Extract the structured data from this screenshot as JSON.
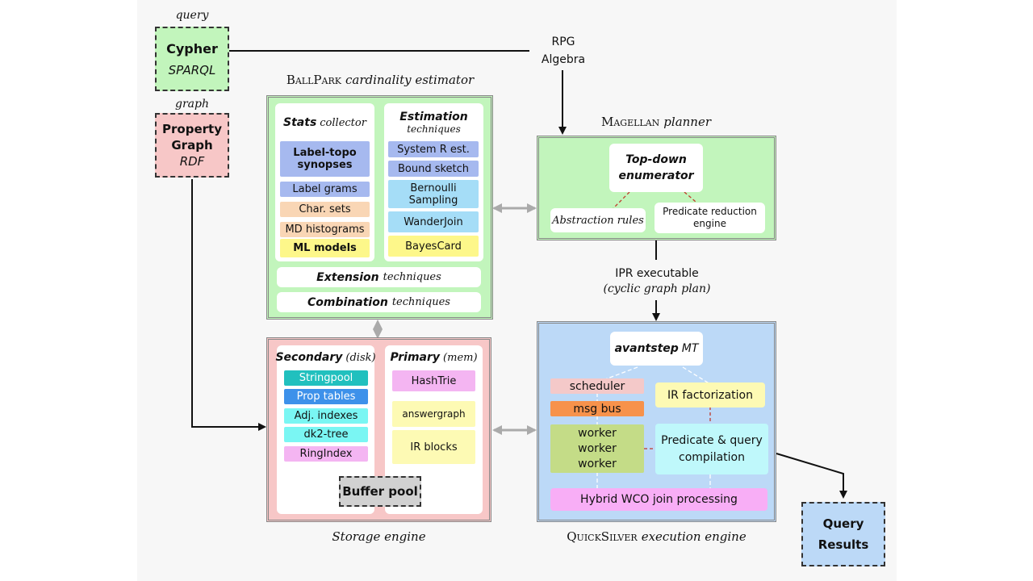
{
  "input": {
    "query_caption": "query",
    "query_box": {
      "line1": "Cypher",
      "line2": "SPARQL"
    },
    "graph_caption": "graph",
    "graph_box": {
      "line1": "Property",
      "line2": "Graph",
      "line3": "RDF"
    },
    "rpg_label": {
      "line1": "RPG",
      "line2": "Algebra"
    }
  },
  "ballpark": {
    "title_name": "BallPark",
    "title_rest": "cardinality estimator",
    "stats": {
      "title_bold": "Stats",
      "title_rest": "collector",
      "items": [
        "Label-topo synopses",
        "Label grams",
        "Char. sets",
        "MD histograms",
        "ML models"
      ]
    },
    "estimation": {
      "title_bold": "Estimation",
      "subtitle": "techniques",
      "items": [
        "System R est.",
        "Bound sketch",
        "Bernoulli Sampling",
        "WanderJoin",
        "BayesCard"
      ]
    },
    "extension": {
      "bold": "Extension",
      "rest": "techniques"
    },
    "combination": {
      "bold": "Combination",
      "rest": "techniques"
    }
  },
  "magellan": {
    "title_name": "Magellan",
    "title_rest": "planner",
    "enumerator": {
      "line1": "Top-down",
      "line2": "enumerator"
    },
    "abstraction": "Abstraction rules",
    "predicate_reduction": {
      "line1": "Predicate reduction",
      "line2": "engine"
    }
  },
  "ipr_label": {
    "line1": "IPR executable",
    "line2": "(cyclic graph plan)"
  },
  "storage": {
    "caption": "Storage engine",
    "secondary": {
      "title_bold": "Secondary",
      "title_rest": "(disk)",
      "items": [
        "Stringpool",
        "Prop tables",
        "Adj. indexes",
        "dk2-tree",
        "RingIndex"
      ]
    },
    "primary": {
      "title_bold": "Primary",
      "title_rest": "(mem)",
      "items": [
        "HashTrie",
        "answergraph",
        "IR blocks"
      ]
    },
    "buffer_pool": "Buffer pool"
  },
  "quicksilver": {
    "caption_name": "QuickSilver",
    "caption_rest": "execution engine",
    "avantstep": {
      "bold": "avantstep",
      "rest": "MT"
    },
    "scheduler": "scheduler",
    "msg_bus": "msg bus",
    "workers": [
      "worker",
      "worker",
      "worker"
    ],
    "ir_factorization": "IR factorization",
    "predicate_compilation": {
      "line1": "Predicate & query",
      "line2": "compilation"
    },
    "hybrid": "Hybrid WCO join processing"
  },
  "output": {
    "line1": "Query",
    "line2": "Results"
  },
  "colors": {
    "green_bg": "#c2f5bc",
    "pink_bg": "#f7c7c7",
    "blue_bg": "#bcd9f7",
    "blue_pill": "#a6b9ef",
    "light_blue_pill": "#a5ddf7",
    "peach_pill": "#f9d6b5",
    "yellow_pill": "#fdf78a",
    "teal_pill": "#21c0be",
    "medium_blue_pill": "#3d91ea",
    "cyan_pill": "#7af6f3",
    "pink_pill": "#f4b5f2",
    "light_yellow": "#fdfab4",
    "scheduler_pink": "#f4c9c9",
    "orange": "#f7924b",
    "olive_green": "#c4dc87",
    "light_cyan": "#bff8fb",
    "magenta_light": "#f8aef6",
    "gray_buffer": "#d1d1d1"
  }
}
